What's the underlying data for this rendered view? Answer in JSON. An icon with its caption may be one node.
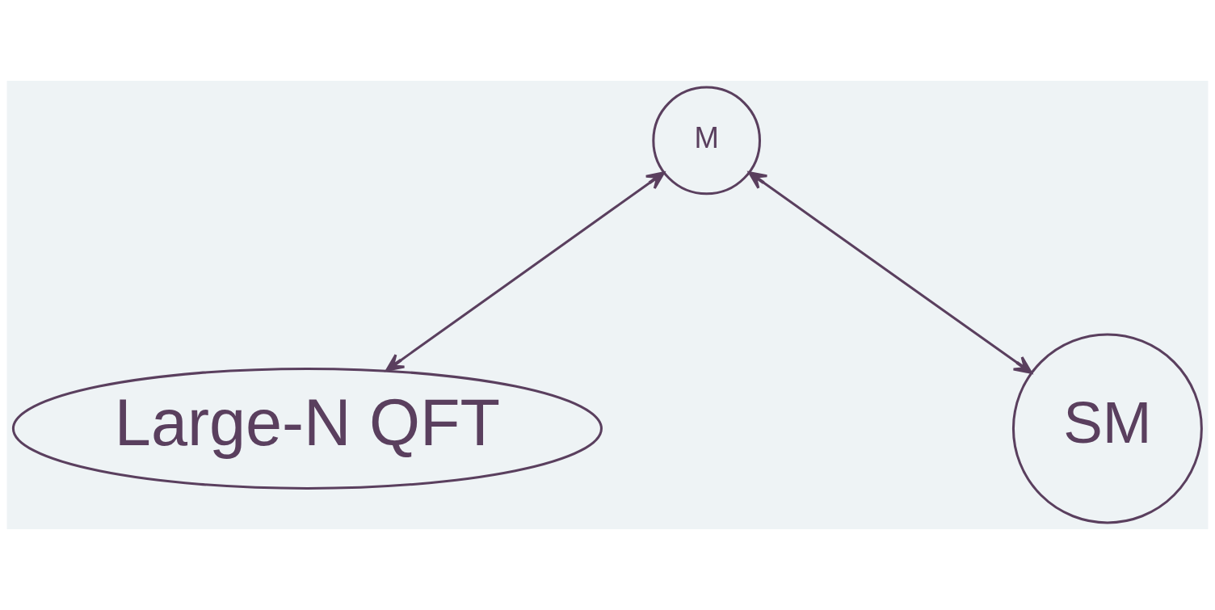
{
  "diagram": {
    "nodes": [
      {
        "text": [
          "M"
        ]
      },
      {
        "text": [
          "Large-N QFT"
        ]
      },
      {
        "text": [
          "SM"
        ]
      }
    ],
    "edges": [
      {
        "from": 1,
        "to": 0,
        "arrow": "both"
      },
      {
        "from": 2,
        "to": 0,
        "arrow": "both"
      }
    ]
  }
}
